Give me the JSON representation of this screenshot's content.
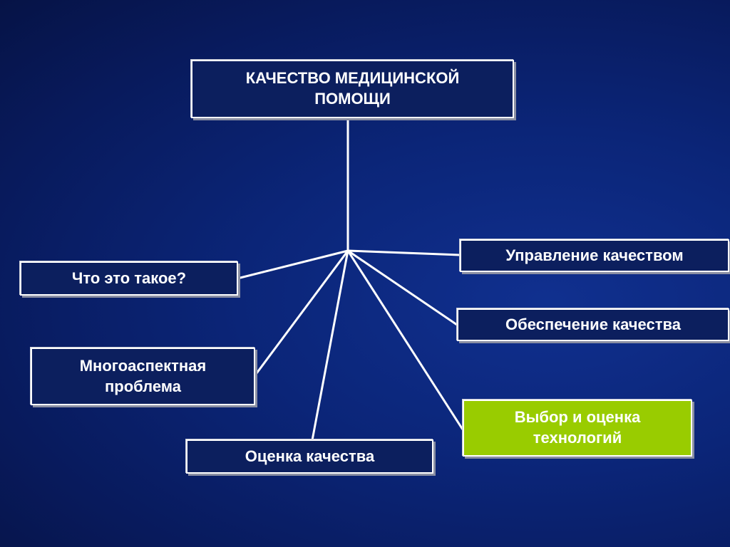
{
  "diagram": {
    "root": {
      "line1": "КАЧЕСТВО МЕДИЦИНСКОЙ",
      "line2": "ПОМОЩИ"
    },
    "nodes": {
      "what_is": "Что это такое?",
      "multi_aspect_line1": "Многоаспектная",
      "multi_aspect_line2": "проблема",
      "quality_assessment": "Оценка качества",
      "quality_management": "Управление качеством",
      "quality_assurance": "Обеспечение качества",
      "tech_line1": "Выбор и оценка",
      "tech_line2": "технологий"
    },
    "colors": {
      "background": "#0b2578",
      "box_fill": "#0c1f5e",
      "highlight_fill": "#99cc00",
      "text": "#ffffff",
      "lines": "#ffffff"
    }
  }
}
